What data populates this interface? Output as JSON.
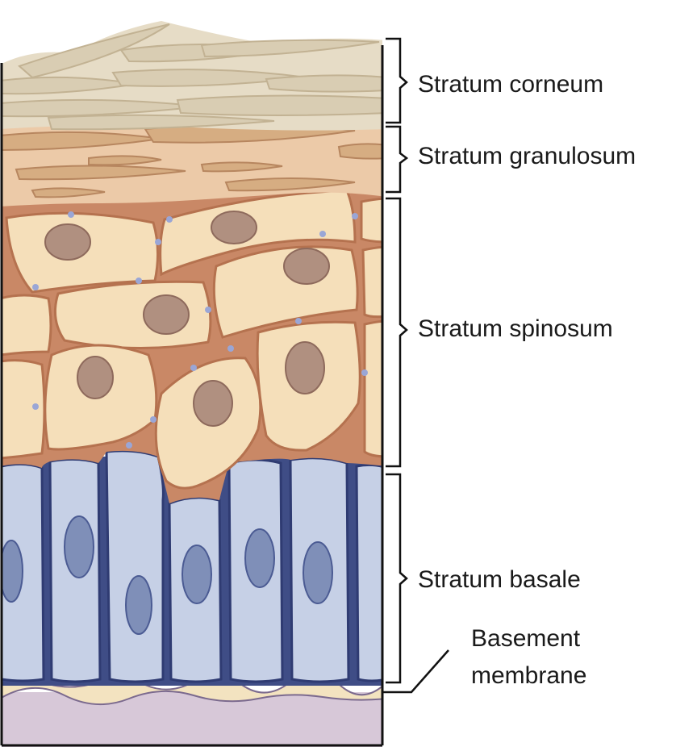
{
  "layers": [
    {
      "id": "corneum",
      "label": "Stratum corneum"
    },
    {
      "id": "granulosum",
      "label": "Stratum granulosum"
    },
    {
      "id": "spinosum",
      "label": "Stratum spinosum"
    },
    {
      "id": "basale",
      "label": "Stratum basale"
    }
  ],
  "callout": {
    "line1": "Basement",
    "line2": "membrane"
  },
  "colors": {
    "corneum": "#d9cdb3",
    "granulosum": "#d6ad82",
    "spinosum_cell": "#f5dfba",
    "spinosum_border": "#c98866",
    "nucleus": "#b09080",
    "basale_cell": "#c6d0e6",
    "basale_border": "#3f4d86",
    "basale_nucleus": "#7f8fb8",
    "membrane": "#f3e3c0",
    "dermis": "#d7c8d8",
    "desmosome": "#9aa6d6",
    "ink": "#111111"
  }
}
